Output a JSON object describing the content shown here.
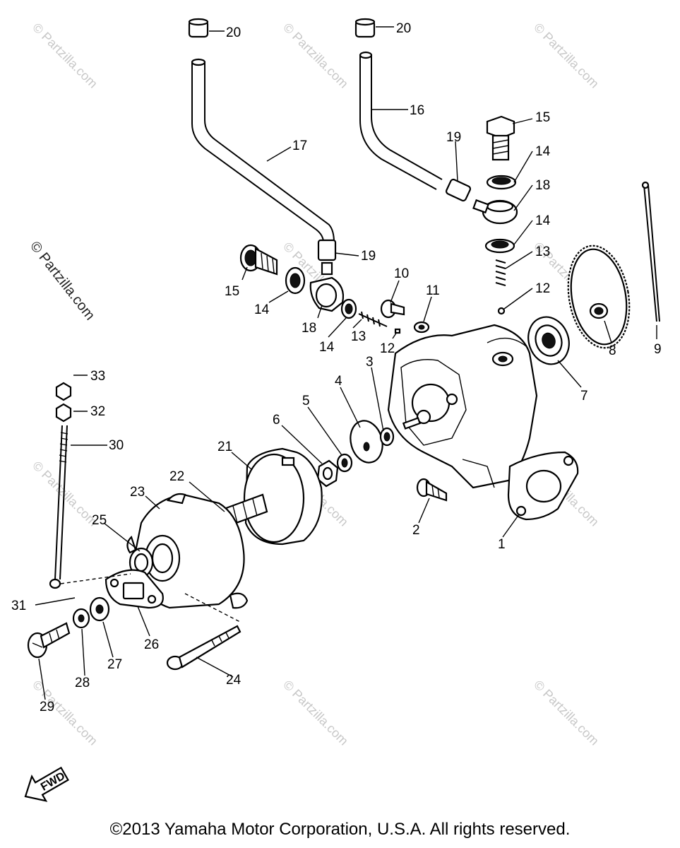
{
  "watermark": {
    "text": "© Partzilla.com",
    "side_text": "© Partzilla.com"
  },
  "fwd_label": "FWD",
  "copyright": "©2013 Yamaha Motor Corporation, U.S.A. All rights reserved.",
  "callouts": [
    {
      "id": "c20a",
      "text": "20"
    },
    {
      "id": "c20b",
      "text": "20"
    },
    {
      "id": "c17",
      "text": "17"
    },
    {
      "id": "c16",
      "text": "16"
    },
    {
      "id": "c15a",
      "text": "15"
    },
    {
      "id": "c14a",
      "text": "14"
    },
    {
      "id": "c19a",
      "text": "19"
    },
    {
      "id": "c18a",
      "text": "18"
    },
    {
      "id": "c14b",
      "text": "14"
    },
    {
      "id": "c13a",
      "text": "13"
    },
    {
      "id": "c12a",
      "text": "12"
    },
    {
      "id": "c15b",
      "text": "15"
    },
    {
      "id": "c19b",
      "text": "19"
    },
    {
      "id": "c14c",
      "text": "14"
    },
    {
      "id": "c18b",
      "text": "18"
    },
    {
      "id": "c14d",
      "text": "14"
    },
    {
      "id": "c13b",
      "text": "13"
    },
    {
      "id": "c12b",
      "text": "12"
    },
    {
      "id": "c10",
      "text": "10"
    },
    {
      "id": "c11",
      "text": "11"
    },
    {
      "id": "c9",
      "text": "9"
    },
    {
      "id": "c8",
      "text": "8"
    },
    {
      "id": "c7",
      "text": "7"
    },
    {
      "id": "c3",
      "text": "3"
    },
    {
      "id": "c4",
      "text": "4"
    },
    {
      "id": "c5",
      "text": "5"
    },
    {
      "id": "c6",
      "text": "6"
    },
    {
      "id": "c21",
      "text": "21"
    },
    {
      "id": "c22",
      "text": "22"
    },
    {
      "id": "c23",
      "text": "23"
    },
    {
      "id": "c25",
      "text": "25"
    },
    {
      "id": "c33",
      "text": "33"
    },
    {
      "id": "c32",
      "text": "32"
    },
    {
      "id": "c30",
      "text": "30"
    },
    {
      "id": "c31",
      "text": "31"
    },
    {
      "id": "c29",
      "text": "29"
    },
    {
      "id": "c28",
      "text": "28"
    },
    {
      "id": "c27",
      "text": "27"
    },
    {
      "id": "c26",
      "text": "26"
    },
    {
      "id": "c24",
      "text": "24"
    },
    {
      "id": "c2",
      "text": "2"
    },
    {
      "id": "c1",
      "text": "1"
    }
  ]
}
